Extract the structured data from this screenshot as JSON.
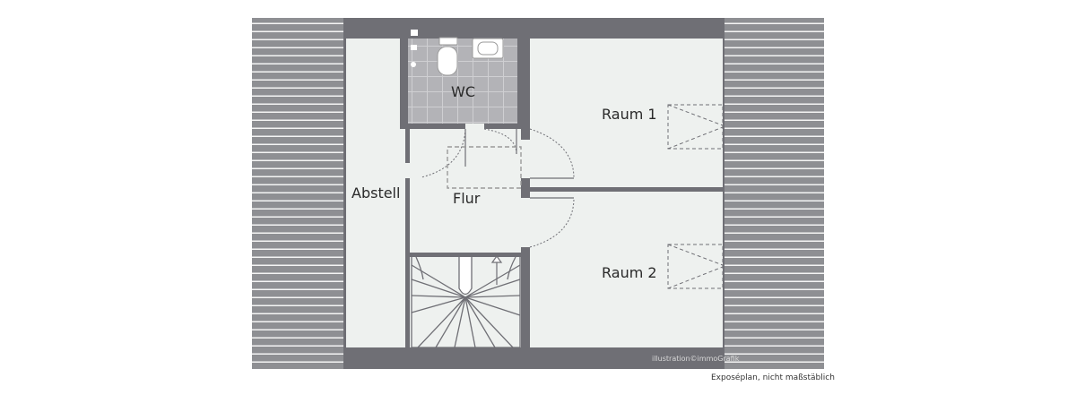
{
  "plan": {
    "rooms": {
      "wc": "WC",
      "raum1": "Raum 1",
      "raum2": "Raum 2",
      "abstell": "Abstell",
      "flur": "Flur"
    },
    "credit": "illustration©immoGrafik",
    "caption": "Exposéplan, nicht maßstäblich"
  },
  "colors": {
    "wall": "#6f6f75",
    "floor": "#eef1ef",
    "roof": "#8e8f93",
    "roof_line": "#f4f4f4",
    "tile": "#b3b3b7",
    "tile_line": "#cfcfd2",
    "dash": "#9a9a9a",
    "fixture": "#ffffff"
  }
}
